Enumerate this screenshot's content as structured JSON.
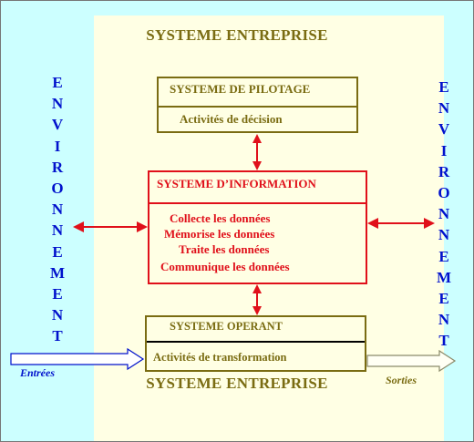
{
  "enterprise_title_top": "SYSTEME ENTREPRISE",
  "enterprise_title_bottom": "SYSTEME ENTREPRISE",
  "environment_left": [
    "E",
    "N",
    "V",
    "I",
    "R",
    "O",
    "N",
    "N",
    "E",
    "M",
    "E",
    "N",
    "T"
  ],
  "environment_right": [
    "E",
    "N",
    "V",
    "I",
    "R",
    "O",
    "N",
    "N",
    "E",
    "M",
    "E",
    "N",
    "T"
  ],
  "pilotage": {
    "title": "SYSTEME DE PILOTAGE",
    "activity": "Activités de décision"
  },
  "information": {
    "title": "SYSTEME D’INFORMATION",
    "functions": [
      "Collecte les données",
      "Mémorise les données",
      "Traite les données",
      "Communique les données"
    ]
  },
  "operant": {
    "title": "SYSTEME OPERANT",
    "activity": "Activités de transformation"
  },
  "inputs_label": "Entrées",
  "outputs_label": "Sorties",
  "colors": {
    "background": "#ccffff",
    "enterprise": "#ffffe4",
    "olive": "#7a6c12",
    "red": "#e0101a",
    "blue": "#0011cc"
  }
}
